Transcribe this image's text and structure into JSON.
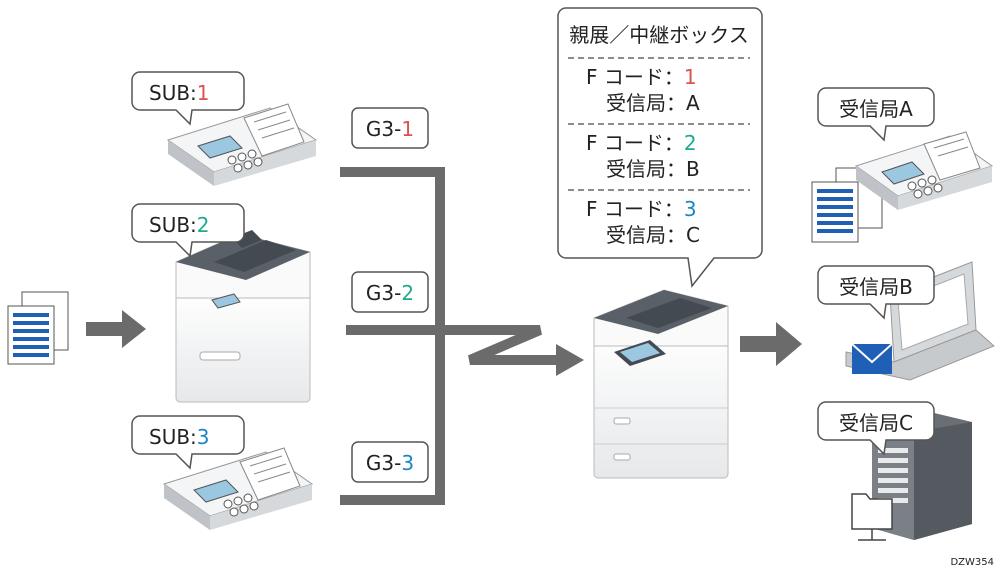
{
  "colors": {
    "red": "#d9534f",
    "green": "#1fa98f",
    "blue": "#1a86c7",
    "line": "#6b6b6b",
    "dark": "#4a5058",
    "doc_blue": "#1f5fb5"
  },
  "senders": [
    {
      "sub_prefix": "SUB:",
      "sub_num": "1"
    },
    {
      "sub_prefix": "SUB:",
      "sub_num": "2"
    },
    {
      "sub_prefix": "SUB:",
      "sub_num": "3"
    }
  ],
  "lines": [
    {
      "prefix": "G3-",
      "num": "1"
    },
    {
      "prefix": "G3-",
      "num": "2"
    },
    {
      "prefix": "G3-",
      "num": "3"
    }
  ],
  "box": {
    "title": "親展／中継ボックス",
    "entries": [
      {
        "fcode_label": "F コード：",
        "fcode_num": "1",
        "dest_label": "受信局：",
        "dest_val": "A"
      },
      {
        "fcode_label": "F コード：",
        "fcode_num": "2",
        "dest_label": "受信局：",
        "dest_val": "B"
      },
      {
        "fcode_label": "F コード：",
        "fcode_num": "3",
        "dest_label": "受信局：",
        "dest_val": "C"
      }
    ]
  },
  "receivers": [
    {
      "label": "受信局A"
    },
    {
      "label": "受信局B"
    },
    {
      "label": "受信局C"
    }
  ],
  "code": "DZW354"
}
